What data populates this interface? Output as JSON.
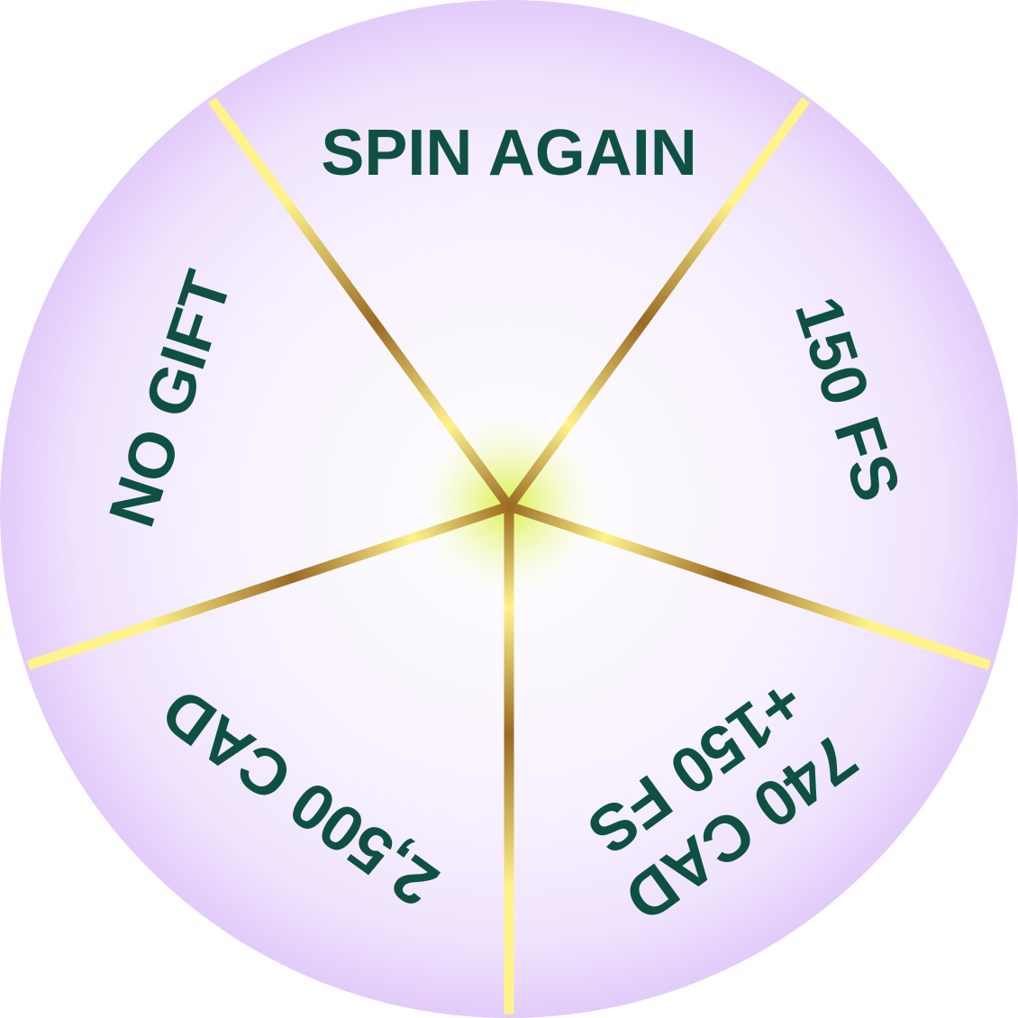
{
  "wheel": {
    "prizes": [
      {
        "lines": [
          "SPIN AGAIN"
        ]
      },
      {
        "lines": [
          "150 FS"
        ]
      },
      {
        "lines": [
          "740 CAD",
          "+150 FS"
        ]
      },
      {
        "lines": [
          "2,500 CAD"
        ]
      },
      {
        "lines": [
          "NO GIFT"
        ]
      }
    ],
    "colors": {
      "text": "#0e5142",
      "rim": "#e4d0fb",
      "face": "#ffffff",
      "gold_light": "#fff38a",
      "gold_dark": "#9a6a22",
      "center_glow": "#d9f03a"
    }
  }
}
